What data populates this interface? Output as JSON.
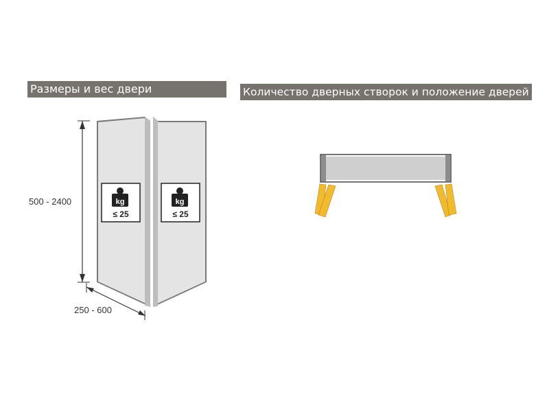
{
  "headers": {
    "left": "Размеры и вес двери",
    "right": "Количество дверных створок и положение дверей"
  },
  "dimensions": {
    "height": "500 - 2400",
    "width": "250 - 600"
  },
  "weight_badge": {
    "unit": "kg",
    "max_load": "≤ 25"
  },
  "colors": {
    "header_bg": "#76726d",
    "door_fill": "#e4e4e4",
    "door_stroke": "#7a7a7a",
    "cabinet_fill": "#cfcfcf",
    "leaf_yellow": "#f2bb2e"
  }
}
